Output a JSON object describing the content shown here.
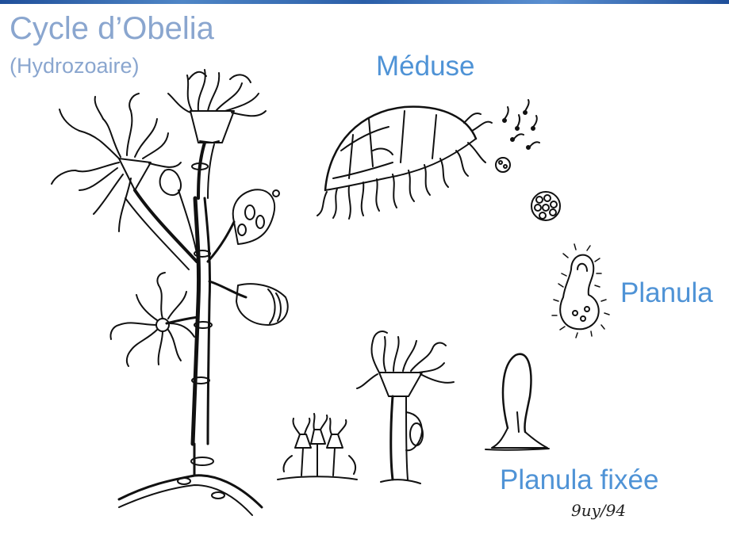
{
  "title": "Cycle d’Obelia",
  "subtitle": "(Hydrozoaire)",
  "labels": {
    "meduse": "Méduse",
    "planula": "Planula",
    "planula_fixee": "Planula fixée"
  },
  "signature": "9uy/94",
  "colors": {
    "title": "#8aa6cf",
    "labels": "#4f93d6",
    "ink": "#111111",
    "top_bar": "#2a5ea8"
  }
}
